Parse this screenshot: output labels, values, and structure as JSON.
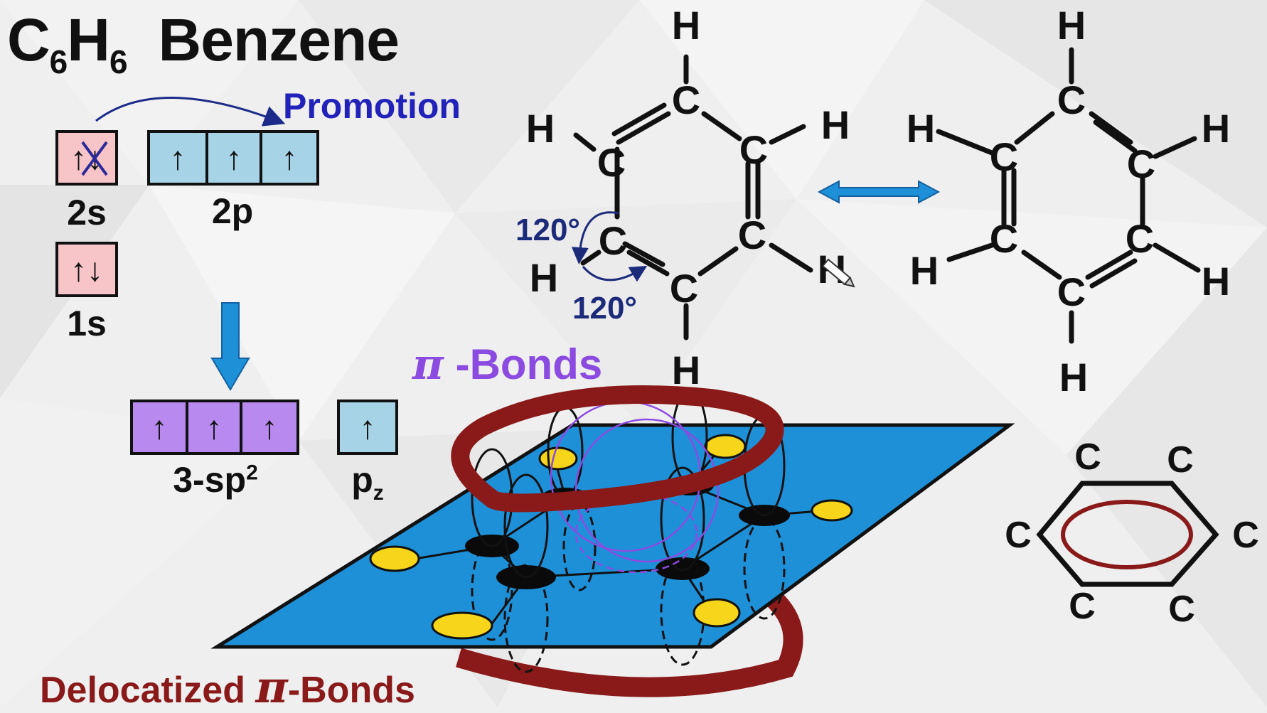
{
  "title": {
    "formula_c": "C",
    "formula_c_sub": "6",
    "formula_h": "H",
    "formula_h_sub": "6",
    "name": "Benzene"
  },
  "orbitals": {
    "promotion": "Promotion",
    "s2": {
      "label": "2s",
      "arrows": "↑↓"
    },
    "p2": {
      "label": "2p",
      "arrows": [
        "↑",
        "↑",
        "↑"
      ]
    },
    "s1": {
      "label": "1s",
      "arrows": "↑↓"
    },
    "sp2": {
      "label_main": "3-sp",
      "label_sup": "2",
      "arrows": [
        "↑",
        "↑",
        "↑"
      ]
    },
    "pz": {
      "label_main": "p",
      "label_sub": "z",
      "arrow": "↑"
    }
  },
  "angles": {
    "top": "120°",
    "bottom": "120°"
  },
  "pi_bonds_label": {
    "symbol": "π",
    "text": "-Bonds"
  },
  "delocalized_label": {
    "prefix": "Delocatized ",
    "symbol": "π",
    "suffix": "-Bonds"
  },
  "atoms": {
    "carbon": "C",
    "hydrogen": "H"
  },
  "colors": {
    "s_orbital": "#f7c4c8",
    "p_orbital": "#a7d3e6",
    "sp2_orbital": "#b889ee",
    "promotion_text": "#2222bb",
    "pi_label": "#8c4be0",
    "delocalized_ring": "#8a1a1a",
    "plane": "#1e90d8",
    "hydrogen_dot": "#f7d51a",
    "angle_text": "#1c2a7a"
  }
}
